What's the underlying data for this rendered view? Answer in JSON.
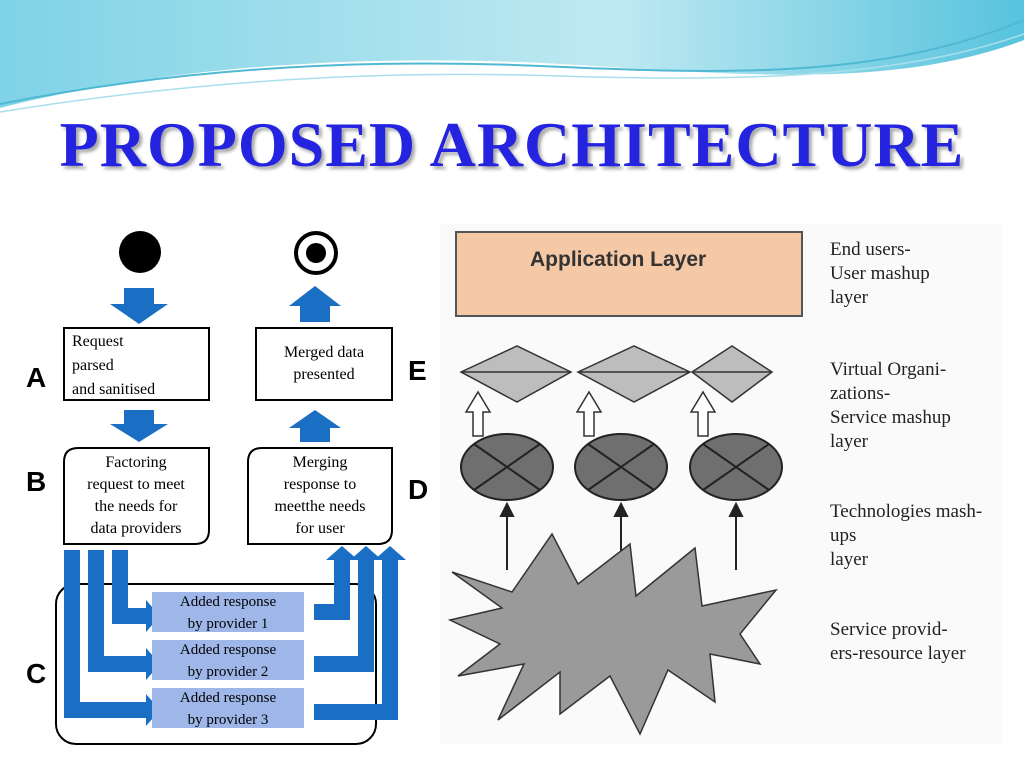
{
  "title": "PROPOSED  ARCHITECTURE",
  "flow": {
    "request_box": "Request\nparsed\n and sanitised",
    "merged_box": "Merged data\npresented",
    "factoring_box": "Factoring\nrequest to meet\nthe needs for\ndata providers",
    "merging_box": "Merging\nresponse to\nmeetthe needs\nfor user",
    "providers": [
      "Added  response\nby provider 1",
      "Added  response\nby  provider  2",
      "Added  response\nby  provider  3"
    ],
    "letters": {
      "a": "A",
      "b": "B",
      "c": "C",
      "d": "D",
      "e": "E"
    }
  },
  "layers": {
    "application_layer": "Application Layer",
    "end_users": "End users-\nUser mashup\nlayer",
    "virtual_orgs": "Virtual Organi-\nzations-\nService mashup\nlayer",
    "technologies": "Technologies mash-\nups\nlayer",
    "service_providers": "Service provid-\ners-resource layer"
  },
  "colors": {
    "title": "#2323e0",
    "arrow_blue": "#1a6fc4",
    "provider_fill": "#9fb6e8",
    "application_fill": "#f6c9a6"
  }
}
